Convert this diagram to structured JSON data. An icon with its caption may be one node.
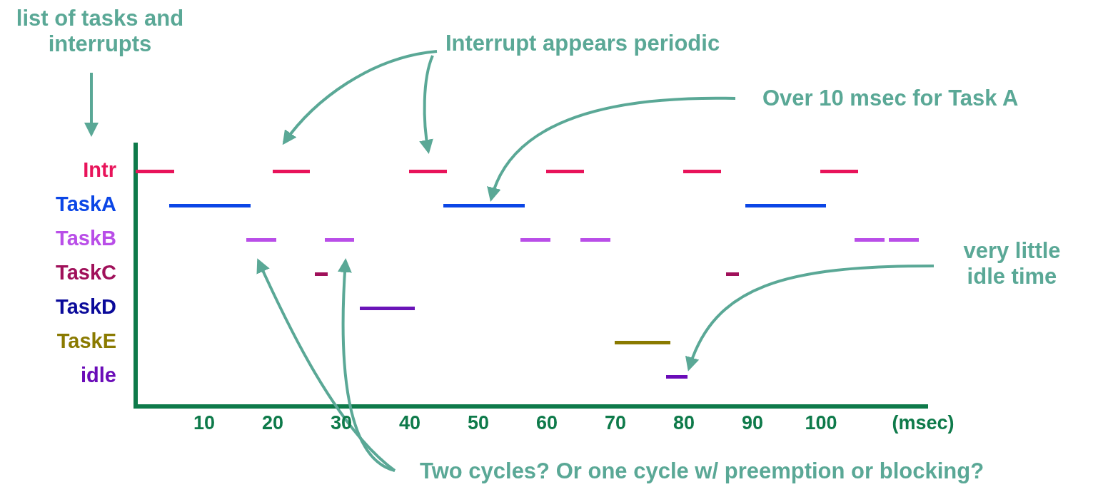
{
  "diagram": {
    "nodes": [
      {
        "text": [
          "list of tasks and interrupts"
        ]
      },
      {
        "text": [
          "Interrupt appears periodic"
        ]
      },
      {
        "text": [],
        "shape": "bar"
      },
      {
        "text": [],
        "shape": "bar"
      },
      {
        "text": [
          "Over 10 msec for Task A"
        ]
      },
      {
        "text": [],
        "shape": "bar"
      },
      {
        "text": [
          "very little idle time"
        ]
      },
      {
        "text": [],
        "shape": "bar"
      },
      {
        "text": [
          "Two cycles? Or one cycle w/ preemption or blocking?"
        ]
      },
      {
        "text": [],
        "shape": "bar"
      },
      {
        "text": [],
        "shape": "bar"
      }
    ],
    "edges": [
      {
        "from": 0,
        "to": null,
        "arrow": "to"
      },
      {
        "from": 1,
        "to": 2,
        "arrow": "to"
      },
      {
        "from": 1,
        "to": 3,
        "arrow": "to"
      },
      {
        "from": 4,
        "to": 5,
        "arrow": "to"
      },
      {
        "from": 6,
        "to": 7,
        "arrow": "to"
      },
      {
        "from": 8,
        "to": 9,
        "arrow": "to"
      },
      {
        "from": 8,
        "to": 10,
        "arrow": "to"
      }
    ],
    "labels": [
      "Intr",
      "TaskA",
      "TaskB",
      "TaskC",
      "TaskD",
      "TaskE",
      "idle",
      "10",
      "20",
      "30",
      "40",
      "50",
      "60",
      "70",
      "80",
      "90",
      "100",
      "(msec)"
    ]
  }
}
